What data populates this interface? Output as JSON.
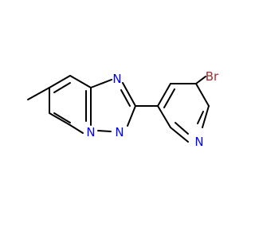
{
  "molecule": {
    "colors": {
      "bond": "#000000",
      "nitrogen": "#0000ff",
      "bromine": "#a52a2a",
      "background": "#ffffff"
    },
    "atom_labels": {
      "br": "Br",
      "n_pyridine": "N",
      "n_triazole_top": "N",
      "n_triazole_bottom": "N",
      "n_bridgehead": "N"
    }
  }
}
